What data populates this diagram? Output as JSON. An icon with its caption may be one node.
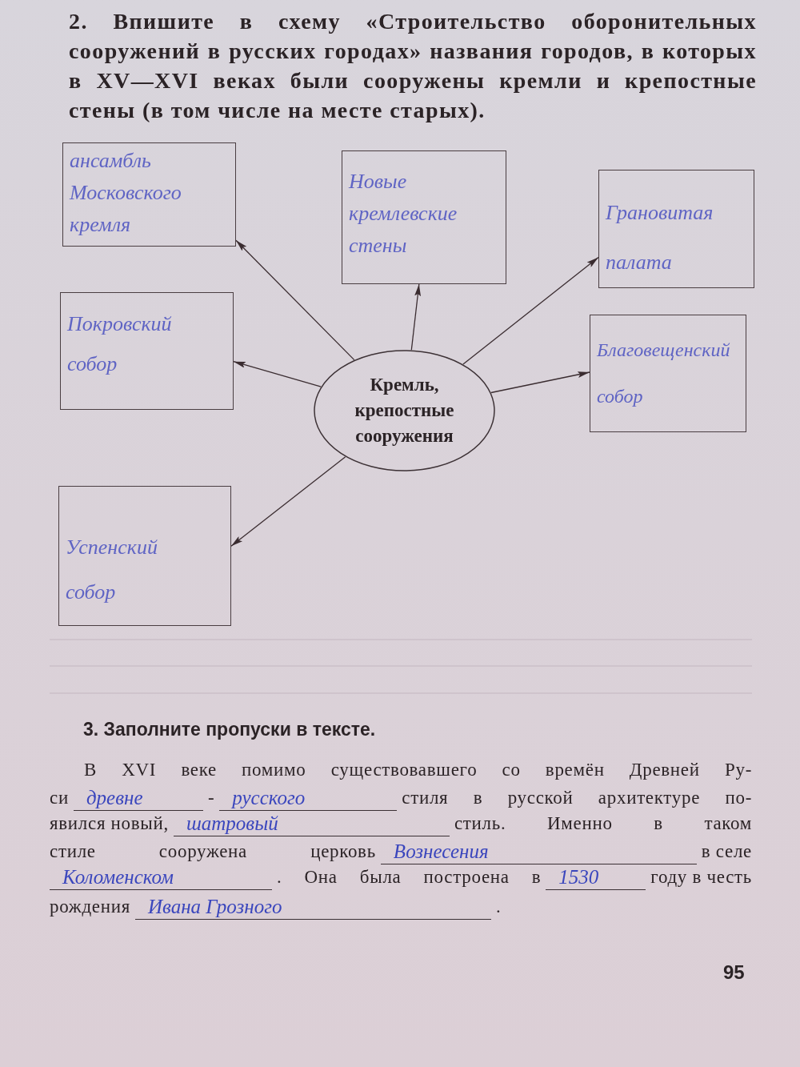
{
  "diagram": {
    "nodes": [
      {
        "text": [
          "ансамбль Московского кремля"
        ]
      },
      {
        "text": [
          "Новые кремлевские стены"
        ]
      },
      {
        "text": [
          "Грановитая палата"
        ]
      },
      {
        "text": [
          "Покровский собор"
        ]
      },
      {
        "text": [
          "Благовещенский собор"
        ]
      },
      {
        "text": [
          "Кремль, крепостные сооружения"
        ]
      },
      {
        "text": [
          "Успенский собор"
        ]
      }
    ],
    "edges": [
      {
        "from": 5,
        "to": 0,
        "arrow": "to"
      },
      {
        "from": 5,
        "to": 1,
        "arrow": "to"
      },
      {
        "from": 5,
        "to": 2,
        "arrow": "to"
      },
      {
        "from": 5,
        "to": 3,
        "arrow": "to"
      },
      {
        "from": 5,
        "to": 4,
        "arrow": "to"
      },
      {
        "from": 5,
        "to": 6,
        "arrow": "to"
      }
    ],
    "labels": [
      "2. Впишите в схему «Строительство оборонительных сооружений в русских городах» названия городов, в которых в XV—XVI веках были сооружены кремли и крепостные стены (в том числе на месте старых).",
      "3. Заполните пропуски в тексте.",
      "В XVI веке помимо существовавшего со времён Древней Ру-",
      "си",
      "древне",
      "-",
      "русского",
      "стиля в русской архитектуре по-",
      "явился новый,",
      "шатровый",
      "стиль. Именно в таком",
      "стиле сооружена церковь",
      "Вознесения",
      "в селе",
      "Коломенском",
      ". Она была построена в",
      "1530",
      "году в честь",
      "рождения",
      "Ивана Грозного",
      ".",
      "95"
    ]
  }
}
